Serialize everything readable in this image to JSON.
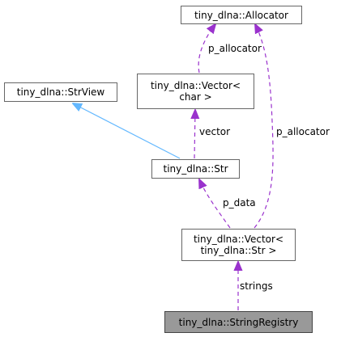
{
  "nodes": {
    "allocator": {
      "lines": [
        "tiny_dlna::Allocator"
      ]
    },
    "strview": {
      "lines": [
        "tiny_dlna::StrView"
      ]
    },
    "vector_char": {
      "lines": [
        "tiny_dlna::Vector<",
        "char >"
      ]
    },
    "str": {
      "lines": [
        "tiny_dlna::Str"
      ]
    },
    "vector_str": {
      "lines": [
        "tiny_dlna::Vector<",
        "tiny_dlna::Str >"
      ]
    },
    "string_registry": {
      "lines": [
        "tiny_dlna::StringRegistry"
      ]
    }
  },
  "edges": {
    "vector_char_allocator": {
      "label": "p_allocator"
    },
    "vector_str_allocator": {
      "label": "p_allocator"
    },
    "str_vector": {
      "label": "vector"
    },
    "vector_str_data": {
      "label": "p_data"
    },
    "registry_strings": {
      "label": "strings"
    }
  },
  "colors": {
    "inheritance": "#63b8ff",
    "usage": "#9a32cd",
    "current_node_fill": "#999999",
    "node_border": "#666666"
  }
}
